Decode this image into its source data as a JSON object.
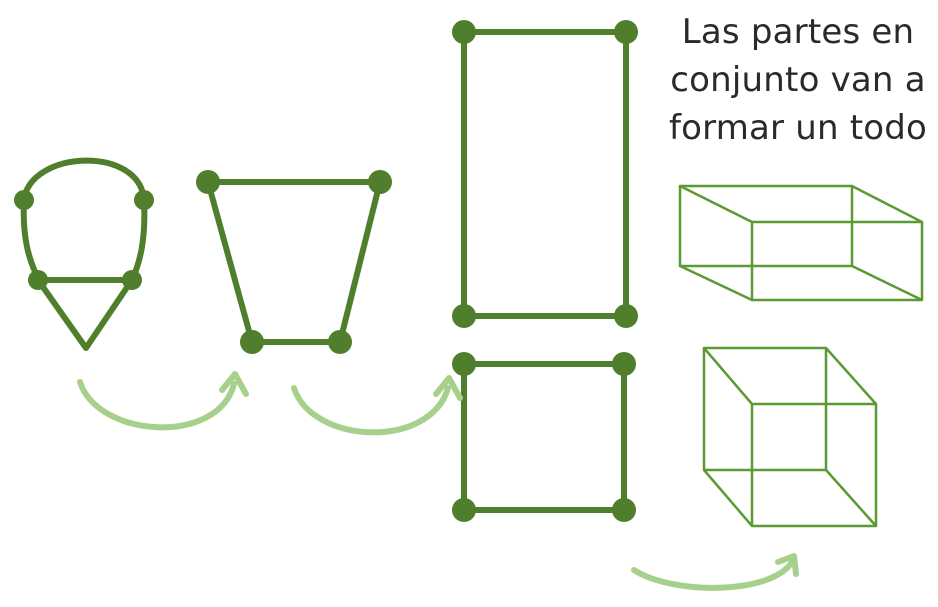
{
  "caption": {
    "line1": "Las partes en",
    "line2": "conjunto van a",
    "line3": "formar un todo"
  },
  "colors": {
    "shape_stroke": "#4f7f2c",
    "vertex_dot": "#4f7f2c",
    "arrow": "#a8d08d",
    "wire": "#5b9a33",
    "text": "#2a2a2a"
  }
}
